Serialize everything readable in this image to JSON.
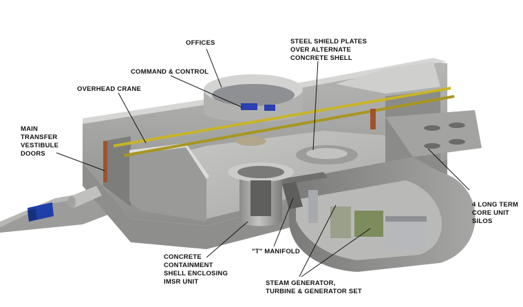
{
  "diagram": {
    "labels": {
      "offices": [
        "OFFICES"
      ],
      "steel_plates": [
        "STEEL SHIELD PLATES",
        "OVER ALTERNATE",
        "CONCRETE SHELL"
      ],
      "command": [
        "COMMAND & CONTROL"
      ],
      "crane": [
        "OVERHEAD CRANE"
      ],
      "vestibule": [
        "MAIN",
        "TRANSFER",
        "VESTIBULE",
        "DOORS"
      ],
      "silos": [
        "4 LONG TERM",
        "CORE UNIT",
        "SILOS"
      ],
      "containment": [
        "CONCRETE",
        "CONTAINMENT",
        "SHELL ENCLOSING",
        "IMSR UNIT"
      ],
      "manifold": [
        "\"T\" MANIFOLD"
      ],
      "steam": [
        "STEAM GENERATOR,",
        "TURBINE & GENERATOR SET"
      ]
    },
    "colors": {
      "concrete_light": "#c9cac8",
      "concrete_mid": "#a9aaa8",
      "concrete_dark": "#6f706e",
      "floor": "#bdbebc",
      "crane_rail": "#c8b428",
      "truck": "#1f3fa8",
      "door": "#a0522d"
    }
  }
}
